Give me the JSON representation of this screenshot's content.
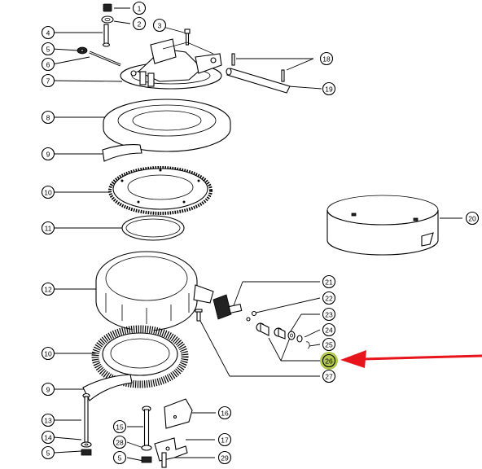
{
  "callouts": [
    {
      "label": "1"
    },
    {
      "label": "2"
    },
    {
      "label": "3"
    },
    {
      "label": "4"
    },
    {
      "label": "5"
    },
    {
      "label": "6"
    },
    {
      "label": "7"
    },
    {
      "label": "18"
    },
    {
      "label": "19"
    },
    {
      "label": "8"
    },
    {
      "label": "9"
    },
    {
      "label": "10"
    },
    {
      "label": "11"
    },
    {
      "label": "20"
    },
    {
      "label": "12"
    },
    {
      "label": "21"
    },
    {
      "label": "22"
    },
    {
      "label": "23"
    },
    {
      "label": "24"
    },
    {
      "label": "25"
    },
    {
      "label": "26"
    },
    {
      "label": "10"
    },
    {
      "label": "27"
    },
    {
      "label": "9"
    },
    {
      "label": "16"
    },
    {
      "label": "13"
    },
    {
      "label": "15"
    },
    {
      "label": "17"
    },
    {
      "label": "14"
    },
    {
      "label": "28"
    },
    {
      "label": "5"
    },
    {
      "label": "5"
    },
    {
      "label": "29"
    }
  ],
  "highlight": {
    "callout": "26",
    "color": "#a9c23b"
  },
  "pointer_arrow": {
    "color": "#e8141c"
  }
}
